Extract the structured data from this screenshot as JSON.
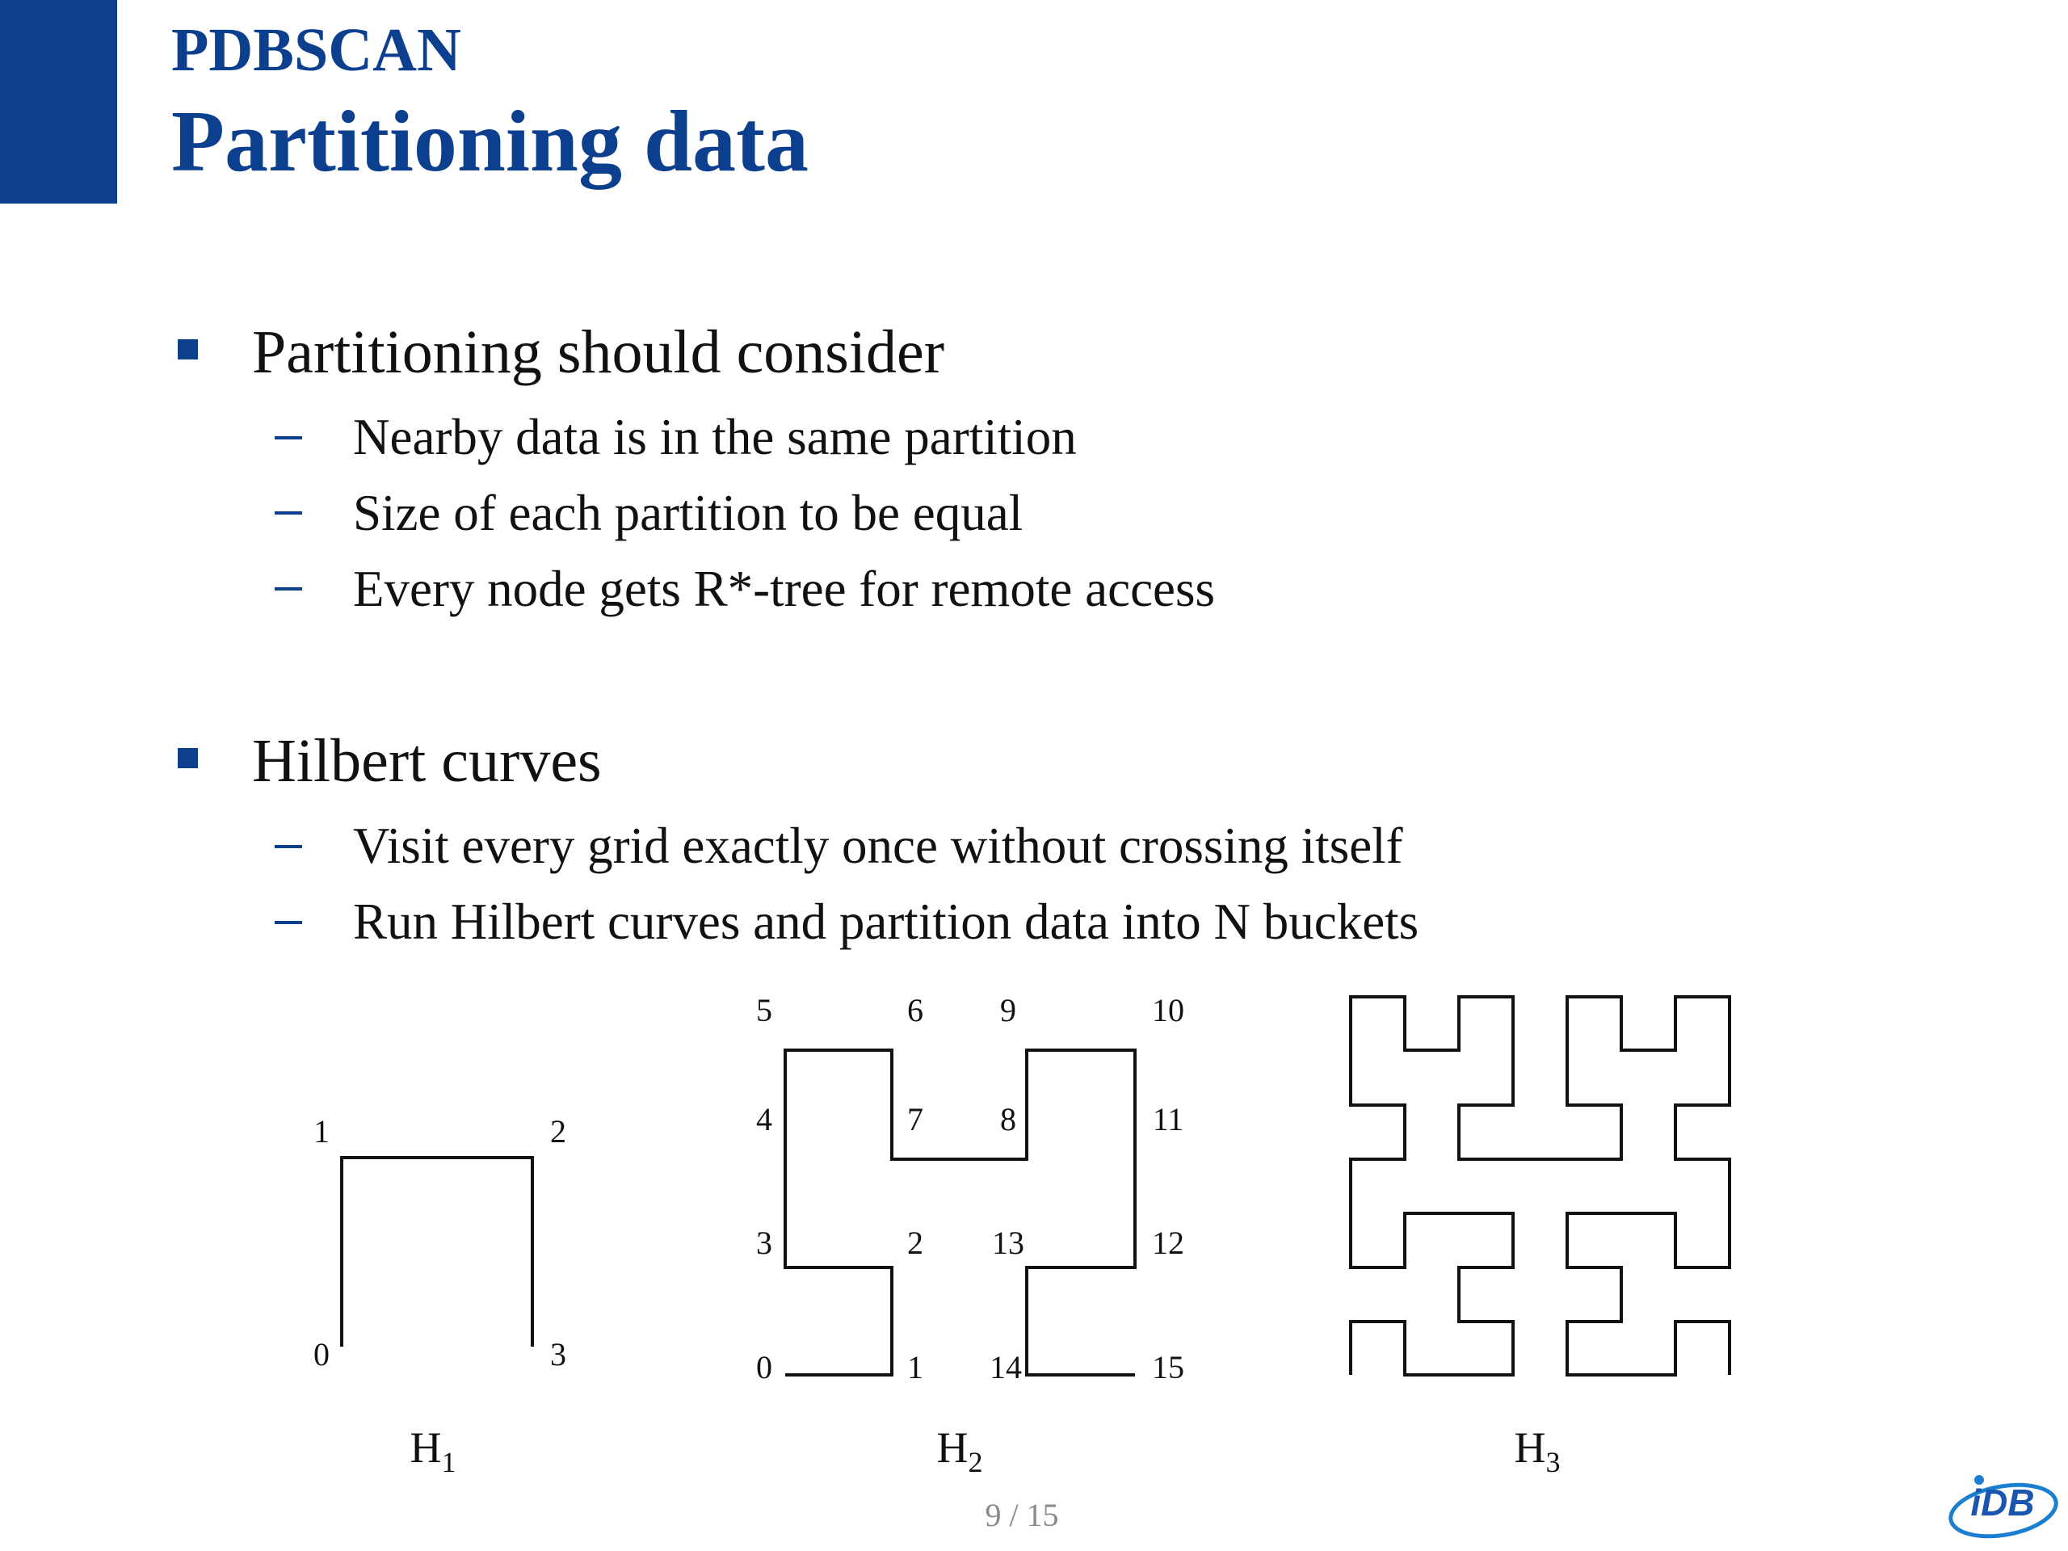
{
  "header": {
    "section": "PDBSCAN",
    "title": "Partitioning data"
  },
  "bullets": [
    {
      "text": "Partitioning should consider",
      "sub": [
        "Nearby data is in the same partition",
        "Size of each partition to be equal",
        "Every node gets R*-tree for remote access"
      ]
    },
    {
      "text": "Hilbert curves",
      "sub": [
        "Visit every grid exactly once without crossing itself",
        "Run Hilbert curves and partition data into N buckets"
      ]
    }
  ],
  "figures": {
    "h1": {
      "caption": "H",
      "sub": "1",
      "labels": [
        "0",
        "1",
        "2",
        "3"
      ]
    },
    "h2": {
      "caption": "H",
      "sub": "2",
      "labels": [
        "0",
        "1",
        "2",
        "3",
        "4",
        "5",
        "6",
        "7",
        "8",
        "9",
        "10",
        "11",
        "12",
        "13",
        "14",
        "15"
      ]
    },
    "h3": {
      "caption": "H",
      "sub": "3"
    }
  },
  "footer": {
    "page": "9 / 15"
  },
  "logo": {
    "text": "iDB",
    "icon": "idb-logo-icon"
  },
  "colors": {
    "accent": "#0d3f8f",
    "line": "#111111",
    "page_number": "#8a8a8a"
  }
}
